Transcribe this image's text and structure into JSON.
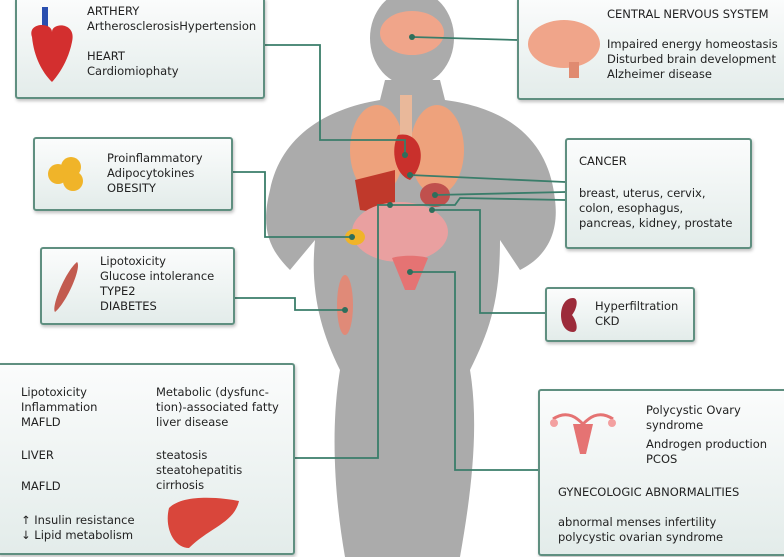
{
  "heart_box": {
    "l1": "ARTHERY",
    "l2": "ArtherosclerosisHypertension",
    "l3": "HEART",
    "l4": "Cardiomiophaty"
  },
  "cns_box": {
    "title": "CENTRAL NERVOUS SYSTEM",
    "l1": "Impaired energy homeostasis",
    "l2": "Disturbed brain development",
    "l3": "Alzheimer disease"
  },
  "obesity_box": {
    "l1": "Proinflammatory",
    "l2": "Adipocytokines",
    "l3": "OBESITY"
  },
  "cancer_box": {
    "title": "CANCER",
    "l1": "breast, uterus, cervix,",
    "l2": "colon, esophagus,",
    "l3": "pancreas, kidney, prostate"
  },
  "diabetes_box": {
    "l1": "Lipotoxicity",
    "l2": "Glucose intolerance",
    "l3": "TYPE2",
    "l4": "DIABETES"
  },
  "kidney_box": {
    "l1": "Hyperfiltration",
    "l2": "CKD"
  },
  "liver_box": {
    "l1": "Lipotoxicity",
    "l2": "Inflammation",
    "l3": "MAFLD",
    "l4": "LIVER",
    "l5": "MAFLD",
    "l6": "↑ Insulin resistance",
    "l7": "↓ Lipid metabolism",
    "r1": "Metabolic (dysfunc-",
    "r2": "tion)-associated fatty",
    "r3": "liver disease",
    "r4": "steatosis",
    "r5": "steatohepatitis",
    "r6": "cirrhosis"
  },
  "gyn_box": {
    "l1": "Polycystic Ovary",
    "l2": "syndrome",
    "l3": "Androgen production",
    "l4": "PCOS",
    "l5": "GYNECOLOGIC ABNORMALITIES",
    "l6": "abnormal menses infertility",
    "l7": "polycystic ovarian syndrome"
  },
  "colors": {
    "line": "#3a7d6a",
    "body": "#a9a9a9",
    "organ": "#d9534a"
  }
}
